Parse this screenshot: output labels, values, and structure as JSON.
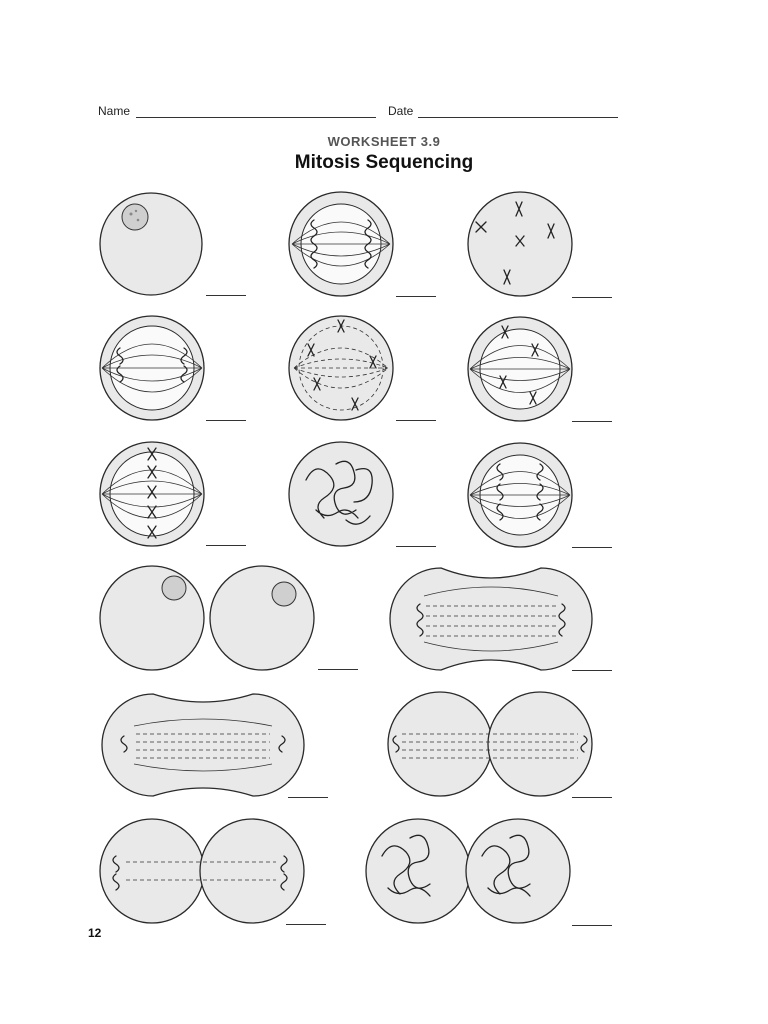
{
  "header": {
    "name_label": "Name",
    "date_label": "Date",
    "worksheet_number": "WORKSHEET 3.9",
    "title": "Mitosis Sequencing"
  },
  "page_number": "12",
  "diagrams": [
    {
      "id": "cell-1",
      "depicts": "interphase cell with nucleus"
    },
    {
      "id": "cell-2",
      "depicts": "late anaphase"
    },
    {
      "id": "cell-3",
      "depicts": "early prophase scattered chromosomes"
    },
    {
      "id": "cell-4",
      "depicts": "anaphase"
    },
    {
      "id": "cell-5",
      "depicts": "prometaphase"
    },
    {
      "id": "cell-6",
      "depicts": "early anaphase"
    },
    {
      "id": "cell-7",
      "depicts": "metaphase"
    },
    {
      "id": "cell-8",
      "depicts": "prophase chromatin"
    },
    {
      "id": "cell-9",
      "depicts": "anaphase"
    },
    {
      "id": "cell-10",
      "depicts": "two daughter cells"
    },
    {
      "id": "cell-11",
      "depicts": "late anaphase cleavage"
    },
    {
      "id": "cell-12",
      "depicts": "telophase cleavage"
    },
    {
      "id": "cell-13",
      "depicts": "telophase"
    },
    {
      "id": "cell-14",
      "depicts": "late telophase chromatin"
    },
    {
      "id": "cell-15",
      "depicts": "cytokinesis"
    }
  ]
}
